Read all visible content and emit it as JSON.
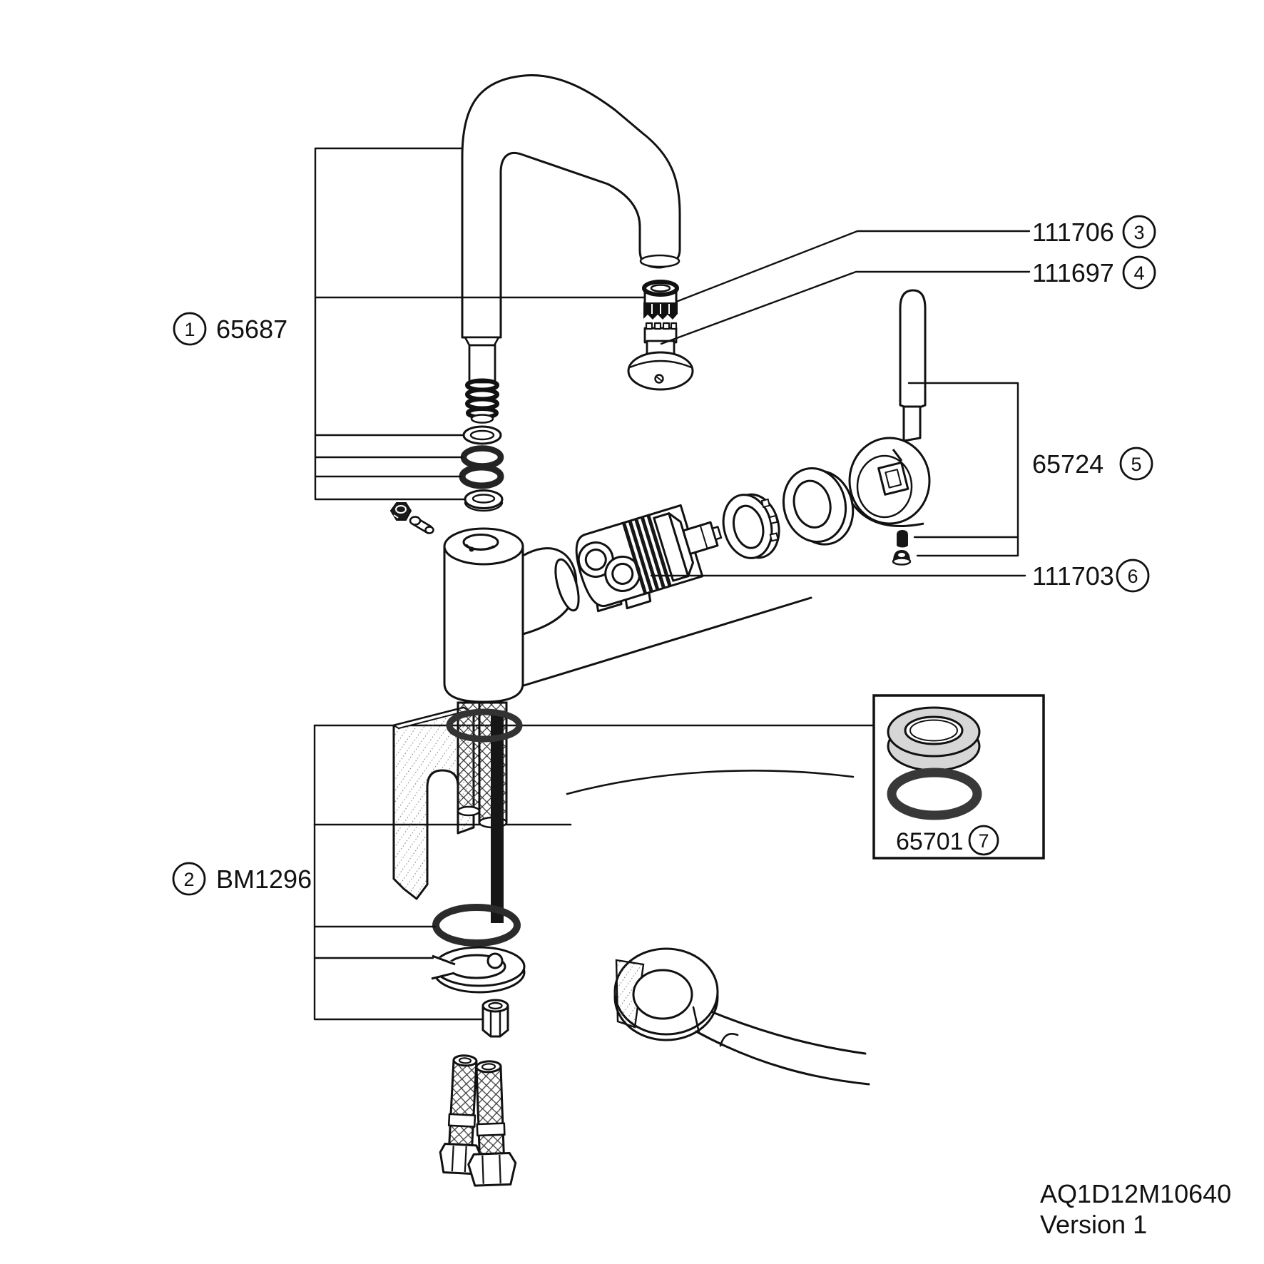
{
  "document": {
    "drawing_code": "AQ1D12M10640",
    "version_label": "Version 1"
  },
  "callouts": [
    {
      "index": "1",
      "part_number": "65687"
    },
    {
      "index": "2",
      "part_number": "BM1296"
    },
    {
      "index": "3",
      "part_number": "111706"
    },
    {
      "index": "4",
      "part_number": "111697"
    },
    {
      "index": "5",
      "part_number": "65724"
    },
    {
      "index": "6",
      "part_number": "111703"
    },
    {
      "index": "7",
      "part_number": "65701"
    }
  ],
  "colors": {
    "line": "#111111",
    "o_ring_dark": "#2b2b2b",
    "seal_ring_gray": "#d6d6d6",
    "background": "#ffffff"
  }
}
